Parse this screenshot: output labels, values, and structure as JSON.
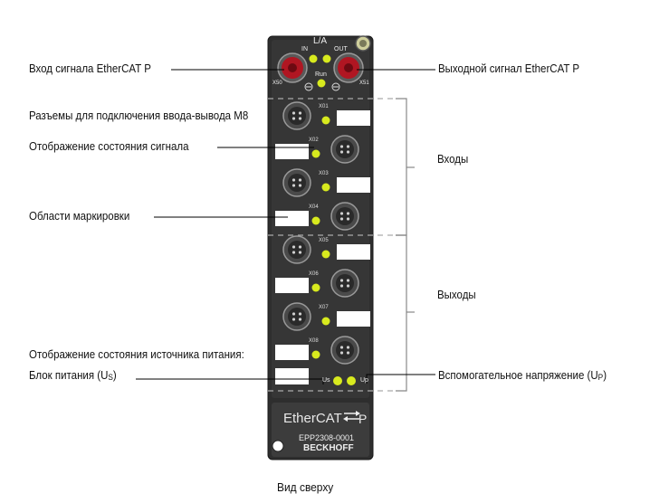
{
  "device": {
    "la": "L/A",
    "in": "IN",
    "out": "OUT",
    "run": "Run",
    "x50": "X50",
    "x51": "X51",
    "ports": [
      "X01",
      "X02",
      "X03",
      "X04",
      "X05",
      "X06",
      "X07",
      "X08"
    ],
    "us": "Us",
    "up": "Up",
    "brand_ethercat": "EtherCAT",
    "brand_p": "P",
    "model": "EPP2308-0001",
    "maker": "BECKHOFF"
  },
  "labels": {
    "ethercat_in": "Вход сигнала EtherCAT P",
    "ethercat_out": "Выходной сигнал EtherCAT P",
    "m8_connectors": "Разъемы для подключения ввода-вывода M8",
    "signal_status": "Отображение состояния сигнала",
    "marking_areas": "Области маркировки",
    "power_status": "Отображение состояния источника питания:",
    "power_us_prefix": "Блок питания (U",
    "power_us_sub": "S",
    "power_us_suffix": ")",
    "aux_up_prefix": "Вспомогательное напряжение (U",
    "aux_up_sub": "P",
    "aux_up_suffix": ")",
    "inputs": "Входы",
    "outputs": "Выходы"
  },
  "caption": "Вид сверху",
  "colors": {
    "body": "#333333",
    "led_yellow": "#d8ea1e",
    "connector_red": "#b01622",
    "bracket": "#888888"
  }
}
